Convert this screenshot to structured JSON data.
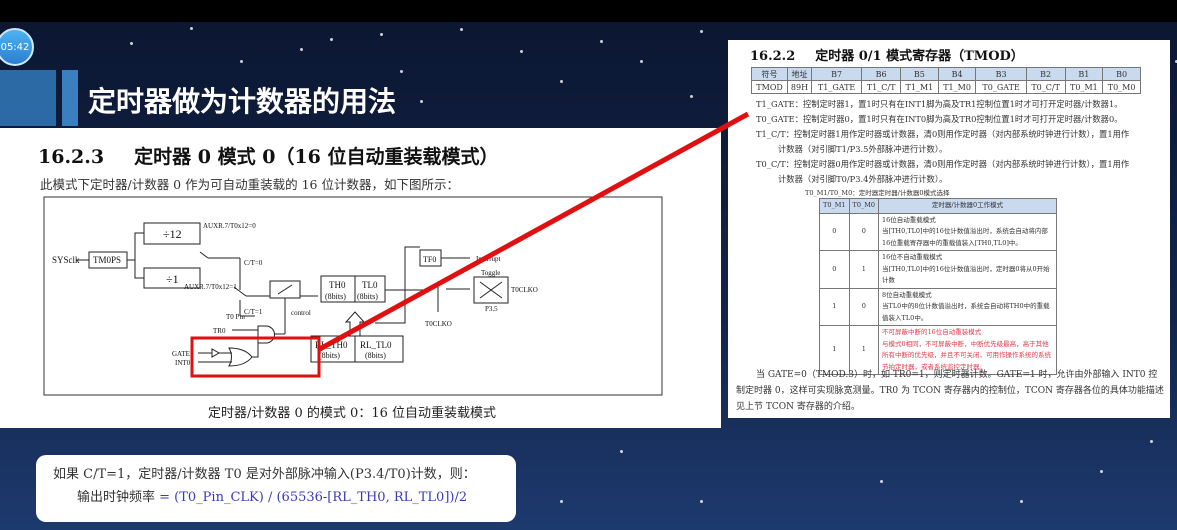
{
  "player": {
    "timestamp": "05:42"
  },
  "slide": {
    "title": "定时器做为计数器的用法"
  },
  "left_doc": {
    "section_number": "16.2.3",
    "heading": "定时器 0 模式 0（16 位自动重装载模式）",
    "intro": "此模式下定时器/计数器 0 作为可自动重装载的 16 位计数器，如下图所示：",
    "diagram": {
      "sysclk": "SYSclk",
      "tm0ps": "TM0PS",
      "div12": "÷12",
      "div1": "÷1",
      "auxr0": "AUXR.7/T0x12=0",
      "auxr1": "AUXR.7/T0x12=1",
      "ct0": "C/T=0",
      "ct1": "C/T=1",
      "t0pin": "T0 Pin",
      "control": "control",
      "tr0": "TR0",
      "gate": "GATE",
      "int0": "INT0",
      "th0": "TH0",
      "tl0": "TL0",
      "bits": "(8bits)",
      "rl_th0": "RL_TH0",
      "rl_tl0": "RL_TL0",
      "tf0": "TF0",
      "interrupt": "Interrupt",
      "toggle": "Toggle",
      "t0clko": "T0CLKO",
      "p35": "P3.5",
      "t0clko_ctrl": "T0CLKO"
    },
    "caption": "定时器/计数器 0 的模式 0：16 位自动重装载模式"
  },
  "right_doc": {
    "section_number": "16.2.2",
    "heading": "定时器 0/1 模式寄存器（TMOD）",
    "register_header": [
      "符号",
      "地址",
      "B7",
      "B6",
      "B5",
      "B4",
      "B3",
      "B2",
      "B1",
      "B0"
    ],
    "register_row": [
      "TMOD",
      "89H",
      "T1_GATE",
      "T1_C/T",
      "T1_M1",
      "T1_M0",
      "T0_GATE",
      "T0_C/T",
      "T0_M1",
      "T0_M0"
    ],
    "descriptions": [
      {
        "text": "T1_GATE：控制定时器1，置1时只有在INT1脚为高及TR1控制位置1时才可打开定时器/计数器1。",
        "cont": ""
      },
      {
        "text": "T0_GATE：控制定时器0，置1时只有在INT0脚为高及TR0控制位置1时才可打开定时器/计数器0。",
        "cont": ""
      },
      {
        "text": "T1_C/T：控制定时器1用作定时器或计数器，清0则用作定时器（对内部系统时钟进行计数），置1用作",
        "cont": "计数器（对引脚T1/P3.5外部脉冲进行计数）。"
      },
      {
        "text": "T0_C/T：控制定时器0用作定时器或计数器，清0则用作定时器（对内部系统时钟进行计数），置1用作",
        "cont": "计数器（对引脚T0/P3.4外部脉冲进行计数）。"
      }
    ],
    "mode_table_title": "T0_M1/T0_M0：定时器定时器/计数器0模式选择",
    "mode_header": [
      "T0_M1",
      "T0_M0",
      "定时器/计数器0工作模式"
    ],
    "modes": [
      {
        "m1": "0",
        "m0": "0",
        "name": "16位自动重载模式",
        "detail": "当[TH0,TL0]中的16位计数值溢出时，系统会自动将内部16位重载寄存器中的重载值装入[TH0,TL0]中。"
      },
      {
        "m1": "0",
        "m0": "1",
        "name": "16位不自动重载模式",
        "detail": "当[TH0,TL0]中的16位计数值溢出时，定时器0将从0开始计数"
      },
      {
        "m1": "1",
        "m0": "0",
        "name": "8位自动重载模式",
        "detail": "当TL0中的8位计数值溢出时，系统会自动将TH0中的重载值装入TL0中。"
      },
      {
        "m1": "1",
        "m0": "1",
        "name": "不可屏蔽中断的16位自动重装模式",
        "detail": "与模式0相同，不可屏蔽中断，中断优先级最高，高于其他所有中断的优先级，并且不可关闭，可用作操作系统的系统节拍定时器，或者系统监控定时器。"
      }
    ],
    "footer": "当 GATE=0（TMOD.3）时，如 TR0=1，则定时器计数。GATE=1 时，允许由外部输入 INT0 控制定时器 0，这样可实现脉宽测量。TR0 为 TCON 寄存器内的控制位，TCON 寄存器各位的具体功能描述见上节 TCON 寄存器的介绍。"
  },
  "note": {
    "line1": "如果 C/T=1，定时器/计数器 T0 是对外部脉冲输入(P3.4/T0)计数，则：",
    "formula_label": "输出时钟频率",
    "formula": " = (T0_Pin_CLK) / (65536-[RL_TH0, RL_TL0])/2"
  },
  "colors": {
    "annotation_red": "#e01010",
    "formula_blue": "#3a3ab8",
    "slide_bg": "#0e1a35",
    "title_block": "#2c6aa6"
  }
}
